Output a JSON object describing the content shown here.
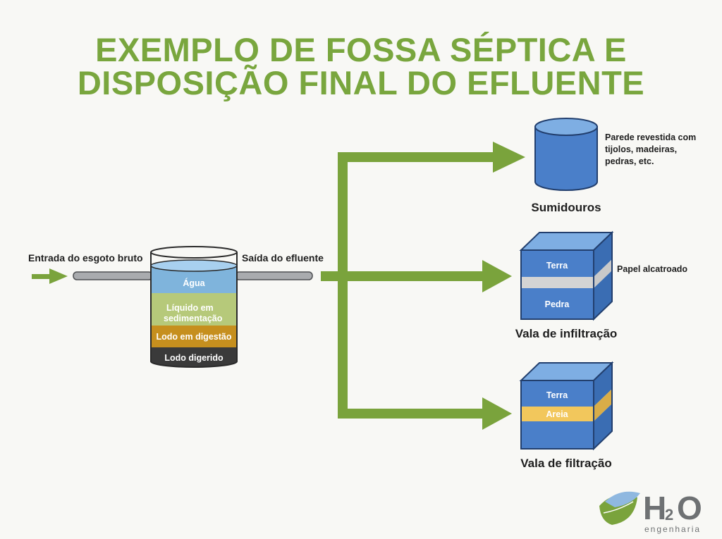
{
  "title": {
    "line1": "EXEMPLO DE FOSSA SÉPTICA E",
    "line2": "DISPOSIÇÃO FINAL DO EFLUENTE"
  },
  "tank": {
    "inlet_label": "Entrada do esgoto bruto",
    "outlet_label": "Saída do efluente",
    "layers": [
      "Água",
      "Líquido em",
      "sedimentação",
      "Lodo em digestão",
      "Lodo digerido"
    ]
  },
  "destinations": {
    "sumidouro": {
      "note_lines": [
        "Parede revestida com",
        "tijolos, madeiras,",
        "pedras, etc."
      ],
      "label": "Sumidouros"
    },
    "infiltracao": {
      "top_layer": "Terra",
      "bottom_layer": "Pedra",
      "note": "Papel alcatroado",
      "label": "Vala de infiltração"
    },
    "filtracao": {
      "top_layer": "Terra",
      "middle_layer": "Areia",
      "label": "Vala de filtração"
    }
  },
  "logo": {
    "mark": "H",
    "sub": "2",
    "mark_end": "O",
    "tagline": "engenharia"
  },
  "colors": {
    "title_green": "#79a63e",
    "arrow_green": "#7aa33c",
    "water_blue": "#7fb4dc",
    "sediment_green": "#b6c97a",
    "sludge_orange": "#c68f1e",
    "digested_dark": "#3a3a3a",
    "cube_blue": "#4a7fc9",
    "sand_yellow": "#f2c75c",
    "paper_gray": "#d4d4d4"
  }
}
